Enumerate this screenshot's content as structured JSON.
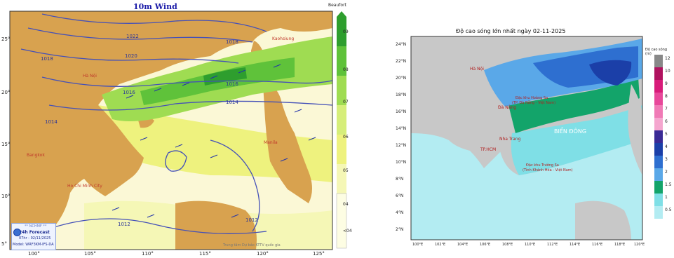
{
  "left_map": {
    "title": "10m Wind",
    "colorbar_title": "Beaufort",
    "colorbar_labels": [
      "09",
      "08",
      "07",
      "06",
      "05",
      "04",
      "<04"
    ],
    "colors": {
      "c09": "#2e9e2e",
      "c08": "#5fc23a",
      "c07": "#9fdc52",
      "c06": "#d6ee7a",
      "c05": "#eef27e",
      "c04": "#f5f7b6",
      "clt4": "#fdfde3",
      "land": "#d8a24f",
      "sea_light": "#fbf8d6"
    },
    "lat_labels": [
      "25°",
      "20°",
      "15°",
      "10°",
      "5°"
    ],
    "lon_labels": [
      "100°",
      "105°",
      "110°",
      "115°",
      "120°",
      "125°"
    ],
    "isobar_labels": [
      "1022",
      "1020",
      "1018",
      "1016",
      "1014",
      "1012",
      "1012",
      "1018",
      "1016",
      "1014"
    ],
    "places": [
      "Hà Nội",
      "Bangkok",
      "Ho Chi Minh City",
      "Manila",
      "Kaohsiung"
    ],
    "badge": {
      "line1": "** NCHMF **",
      "line2": "24h Forecast",
      "line3": "07hr - 02/11/2025",
      "line4": "Model: WRF3KM-IFS-DA"
    },
    "footer": "Trung tâm Dự báo KTTV quốc gia"
  },
  "right_map": {
    "title": "Độ cao sóng lớn nhất ngày 02-11-2025",
    "colorbar_title": "Độ cao sóng (m)",
    "colorbar_labels": [
      "12",
      "10",
      "9",
      "8",
      "7",
      "6",
      "5",
      "4",
      "3",
      "2",
      "1.5",
      "1",
      "0.5"
    ],
    "colors": {
      "land": "#c8c8c8",
      "sea_low": "#b3ecf2",
      "sea_mid": "#7fdfe6",
      "green": "#13a46a",
      "blue_light": "#5aa8e8",
      "blue_mid": "#2e6fd0",
      "blue_dark": "#1b3fa8",
      "purple": "#3a2a95"
    },
    "lat_labels": [
      "24°N",
      "22°N",
      "20°N",
      "18°N",
      "16°N",
      "14°N",
      "12°N",
      "10°N",
      "8°N",
      "6°N",
      "4°N",
      "2°N"
    ],
    "lon_labels": [
      "100°E",
      "102°E",
      "104°E",
      "106°E",
      "108°E",
      "110°E",
      "112°E",
      "114°E",
      "116°E",
      "118°E",
      "120°E"
    ],
    "region_label": "BIỂN ĐÔNG",
    "annotations": {
      "hoang_sa_1": "Đặc khu Hoàng Sa",
      "hoang_sa_2": "(TP. Đà Nẵng - Việt Nam)",
      "truong_sa_1": "Đặc khu Trường Sa",
      "truong_sa_2": "(Tỉnh Khánh Hòa - Việt Nam)"
    },
    "places": [
      "Hà Nội",
      "Đà Nẵng",
      "Nha Trang",
      "TP.HCM"
    ]
  }
}
